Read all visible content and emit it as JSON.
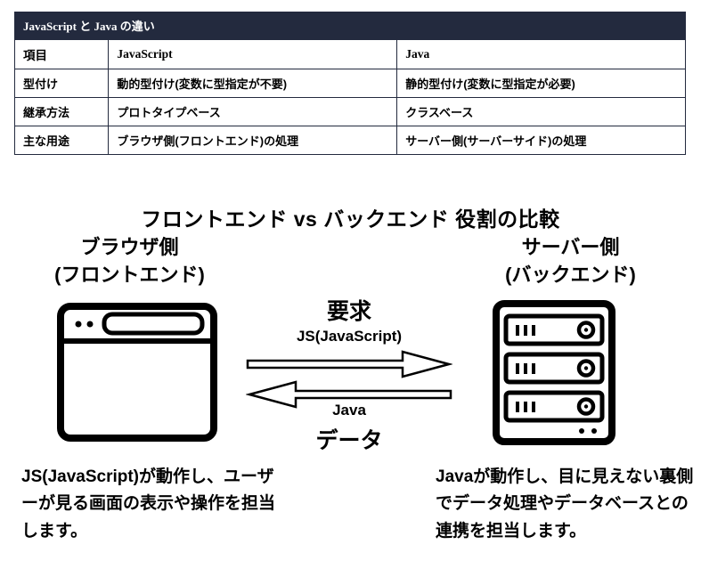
{
  "table": {
    "title": "JavaScript と Java の違い",
    "headers": [
      "項目",
      "JavaScript",
      "Java"
    ],
    "rows": [
      [
        "型付け",
        "動的型付け(変数に型指定が不要)",
        "静的型付け(変数に型指定が必要)"
      ],
      [
        "継承方法",
        "プロトタイプベース",
        "クラスベース"
      ],
      [
        "主な用途",
        "ブラウザ側(フロントエンド)の処理",
        "サーバー側(サーバーサイド)の処理"
      ]
    ]
  },
  "diagram": {
    "title": "フロントエンド vs バックエンド 役割の比較",
    "left": {
      "heading_line1": "ブラウザ側",
      "heading_line2": "(フロントエンド)",
      "icon": "browser-window-icon",
      "description": "JS(JavaScript)が動作し、ユーザーが見る画面の表示や操作を担当します。"
    },
    "right": {
      "heading_line1": "サーバー側",
      "heading_line2": "(バックエンド)",
      "icon": "server-stack-icon",
      "description": "Javaが動作し、目に見えない裏側でデータ処理やデータベースとの連携を担当します。"
    },
    "flow": {
      "request_label": "要求",
      "request_sublabel": "JS(JavaScript)",
      "response_sublabel": "Java",
      "response_label": "データ",
      "request_arrow": "right-arrow-icon",
      "response_arrow": "left-arrow-icon"
    }
  },
  "colors": {
    "table_header_bg": "#232a3e",
    "table_border": "#232a3e",
    "diagram_stroke": "#000000",
    "text": "#000000"
  }
}
